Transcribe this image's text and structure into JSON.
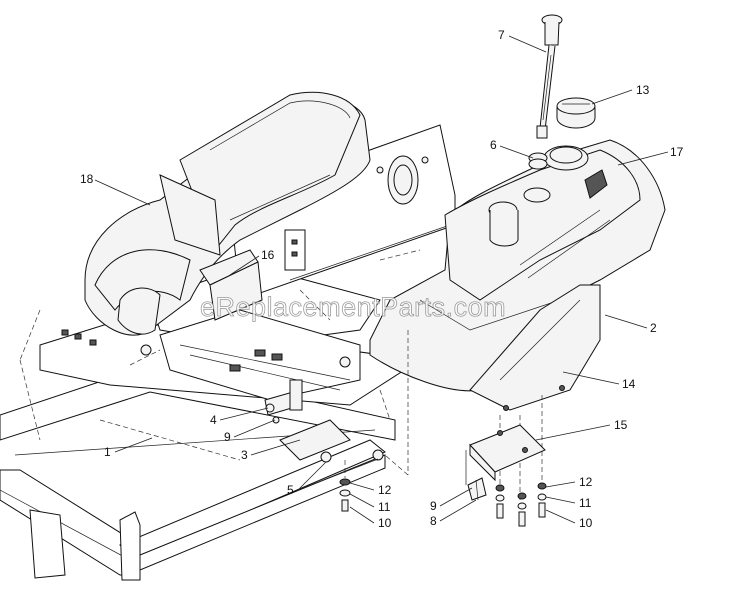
{
  "watermark": "eReplacementParts.com",
  "callouts": [
    {
      "id": "c1",
      "label": "1"
    },
    {
      "id": "c2",
      "label": "2"
    },
    {
      "id": "c3",
      "label": "3"
    },
    {
      "id": "c4",
      "label": "4"
    },
    {
      "id": "c5",
      "label": "5"
    },
    {
      "id": "c6",
      "label": "6"
    },
    {
      "id": "c7",
      "label": "7"
    },
    {
      "id": "c8",
      "label": "8"
    },
    {
      "id": "c9a",
      "label": "9"
    },
    {
      "id": "c9b",
      "label": "9"
    },
    {
      "id": "c10a",
      "label": "10"
    },
    {
      "id": "c10b",
      "label": "10"
    },
    {
      "id": "c11a",
      "label": "11"
    },
    {
      "id": "c11b",
      "label": "11"
    },
    {
      "id": "c12a",
      "label": "12"
    },
    {
      "id": "c12b",
      "label": "12"
    },
    {
      "id": "c13",
      "label": "13"
    },
    {
      "id": "c14",
      "label": "14"
    },
    {
      "id": "c15",
      "label": "15"
    },
    {
      "id": "c16",
      "label": "16"
    },
    {
      "id": "c17",
      "label": "17"
    },
    {
      "id": "c18",
      "label": "18"
    }
  ]
}
